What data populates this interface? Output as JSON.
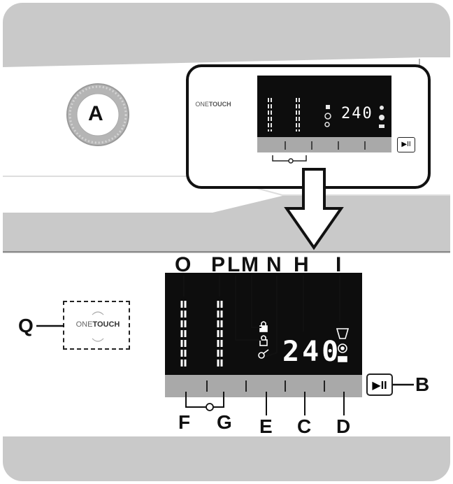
{
  "top": {
    "dial_label": "A",
    "onetouch": {
      "one": "ONE",
      "touch": "TOUCH"
    },
    "display_digits": "240",
    "play_pause": "▶II"
  },
  "bottom": {
    "onetouch": {
      "one": "ONE",
      "touch": "TOUCH"
    },
    "display_digits": "240",
    "play_pause": "▶II",
    "labels": {
      "O": "O",
      "P": "P",
      "L": "L",
      "M": "M",
      "N": "N",
      "H": "H",
      "I": "I",
      "Q": "Q",
      "B": "B",
      "F": "F",
      "G": "G",
      "E": "E",
      "C": "C",
      "D": "D"
    }
  },
  "icons": [
    "lock-icon",
    "child-lock-icon",
    "key-icon",
    "wash-icon",
    "spin-icon",
    "dry-icon"
  ]
}
